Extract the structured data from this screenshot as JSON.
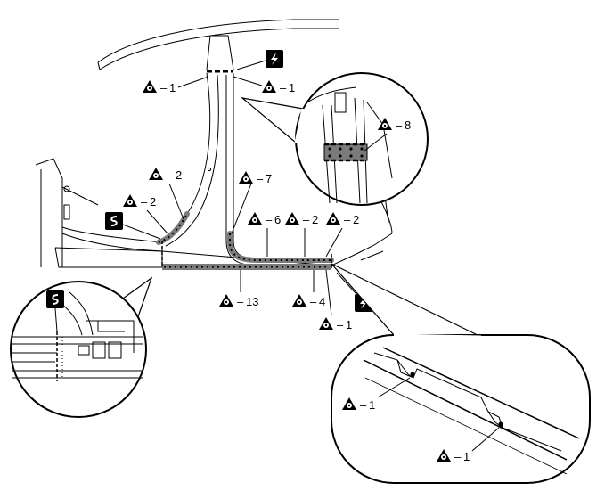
{
  "callouts": [
    {
      "id": "c-p1-tl",
      "text": "1"
    },
    {
      "id": "c-p1-tr",
      "text": "1"
    },
    {
      "id": "c-p2-a",
      "text": "2"
    },
    {
      "id": "c-p2-b",
      "text": "2"
    },
    {
      "id": "c-p7",
      "text": "7"
    },
    {
      "id": "c-p6",
      "text": "6"
    },
    {
      "id": "c-p2-c",
      "text": "2"
    },
    {
      "id": "c-p2-d",
      "text": "2"
    },
    {
      "id": "c-p13",
      "text": "13"
    },
    {
      "id": "c-p4",
      "text": "4"
    },
    {
      "id": "c-p1-b",
      "text": "1"
    },
    {
      "id": "c-p8",
      "text": "8"
    },
    {
      "id": "c-p1-d1",
      "text": "1"
    },
    {
      "id": "c-p1-d2",
      "text": "1"
    }
  ],
  "symbols": {
    "cut_symbol": "lightning-cut-icon",
    "joint_symbol": "s-joint-icon",
    "weld_symbol": "spot-weld-triangle-icon"
  },
  "colors": {
    "line": "#000000",
    "weld_band": "#7a7a7a",
    "background": "#ffffff"
  }
}
